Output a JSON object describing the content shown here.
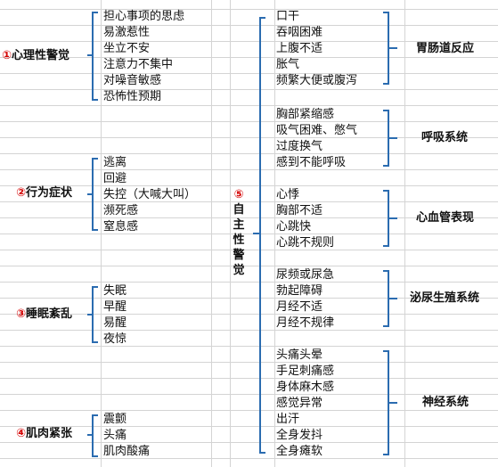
{
  "left_groups": [
    {
      "num": "①",
      "title": "心理性警觉",
      "items": [
        "担心事项的思虑",
        "易激惹性",
        "坐立不安",
        "注意力不集中",
        "对噪音敏感",
        "恐怖性预期"
      ]
    },
    {
      "num": "②",
      "title": "行为症状",
      "items": [
        "逃离",
        "回避",
        "失控（大喊大叫）",
        "濒死感",
        "窒息感"
      ]
    },
    {
      "num": "③",
      "title": "睡眠紊乱",
      "items": [
        "失眠",
        "早醒",
        "易醒",
        "夜惊"
      ]
    },
    {
      "num": "④",
      "title": "肌肉紧张",
      "items": [
        "震颤",
        "头痛",
        "肌肉酸痛"
      ]
    }
  ],
  "center": {
    "num": "⑤",
    "title_chars": [
      "自",
      "主",
      "性",
      "警",
      "觉"
    ]
  },
  "right_groups": [
    {
      "title": "胃肠道反应",
      "items": [
        "口干",
        "吞咽困难",
        "上腹不适",
        "胀气",
        "频繁大便或腹泻"
      ]
    },
    {
      "title": "呼吸系统",
      "items": [
        "胸部紧缩感",
        "吸气困难、憋气",
        "过度换气",
        "感到不能呼吸"
      ]
    },
    {
      "title": "心血管表现",
      "items": [
        "心悸",
        "胸部不适",
        "心跳快",
        "心跳不规则"
      ]
    },
    {
      "title": "泌尿生殖系统",
      "items": [
        "尿频或尿急",
        "勃起障碍",
        "月经不适",
        "月经不规律"
      ]
    },
    {
      "title": "神经系统",
      "items": [
        "头痛头晕",
        "手足刺痛感",
        "身体麻木感",
        "感觉异常",
        "出汗",
        "全身发抖",
        "全身瘫软"
      ]
    }
  ]
}
